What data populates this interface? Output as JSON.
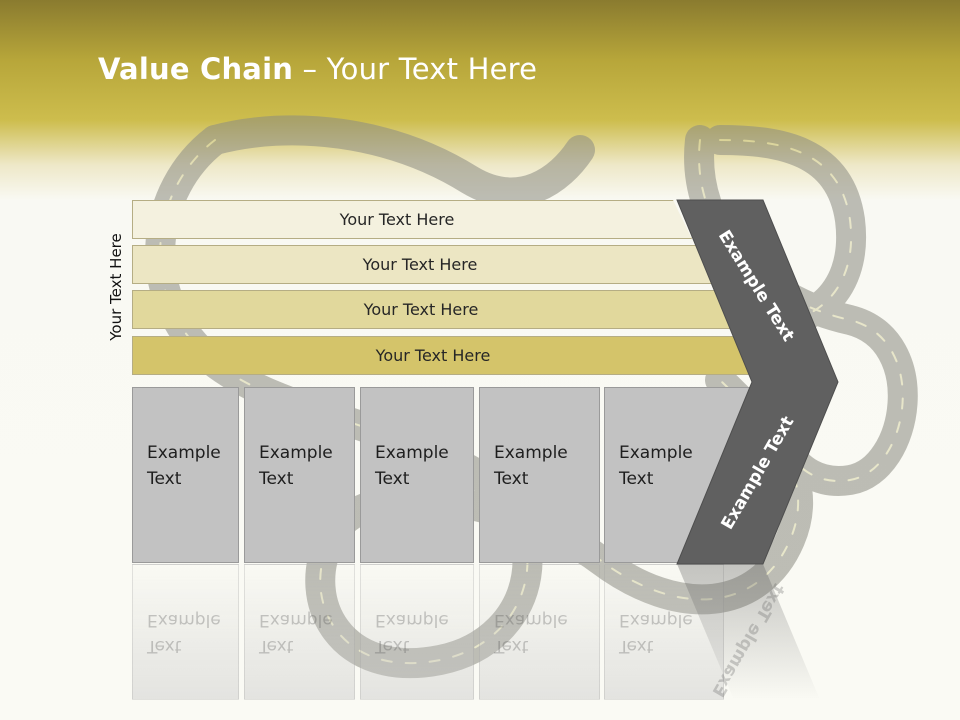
{
  "title": {
    "bold": "Value Chain",
    "rest": " – Your Text Here"
  },
  "side_label": "Your Text Here",
  "bars": [
    {
      "label": "Your Text Here"
    },
    {
      "label": "Your Text Here"
    },
    {
      "label": "Your Text Here"
    },
    {
      "label": "Your Text Here"
    }
  ],
  "boxes": [
    {
      "line1": "Example",
      "line2": "Text"
    },
    {
      "line1": "Example",
      "line2": "Text"
    },
    {
      "line1": "Example",
      "line2": "Text"
    },
    {
      "line1": "Example",
      "line2": "Text"
    },
    {
      "line1": "Example",
      "line2": "Text"
    }
  ],
  "chevron": {
    "top_label": "Example Text",
    "bottom_label": "Example Text"
  },
  "colors": {
    "header_gold": "#b7a63a",
    "bar_1": "#f4f1df",
    "bar_2": "#ece6c3",
    "bar_3": "#e1d89c",
    "bar_4": "#d4c46a",
    "box_gray": "#c2c2c2",
    "chevron_gray": "#606060"
  }
}
